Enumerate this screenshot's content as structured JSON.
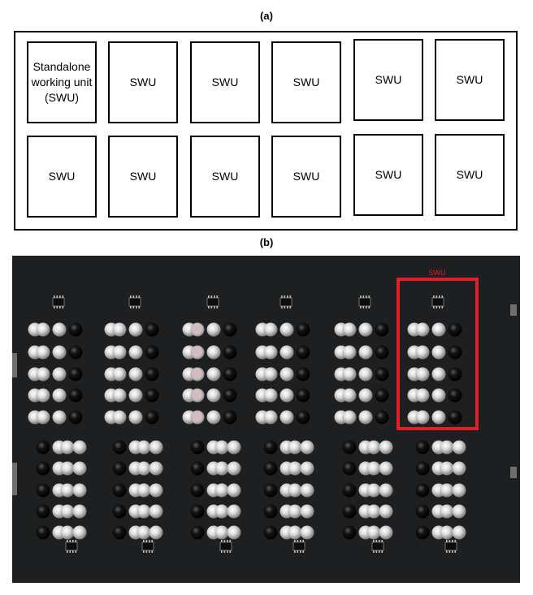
{
  "panel_a": {
    "label": "(a)",
    "units": [
      "Standalone working unit (SWU)",
      "SWU",
      "SWU",
      "SWU",
      "SWU",
      "SWU",
      "SWU",
      "SWU",
      "SWU",
      "SWU",
      "SWU",
      "SWU"
    ]
  },
  "panel_b": {
    "label": "(b)",
    "highlight_label": "SWU",
    "highlight_color": "#e21e26",
    "board_color": "#1e1f21"
  }
}
